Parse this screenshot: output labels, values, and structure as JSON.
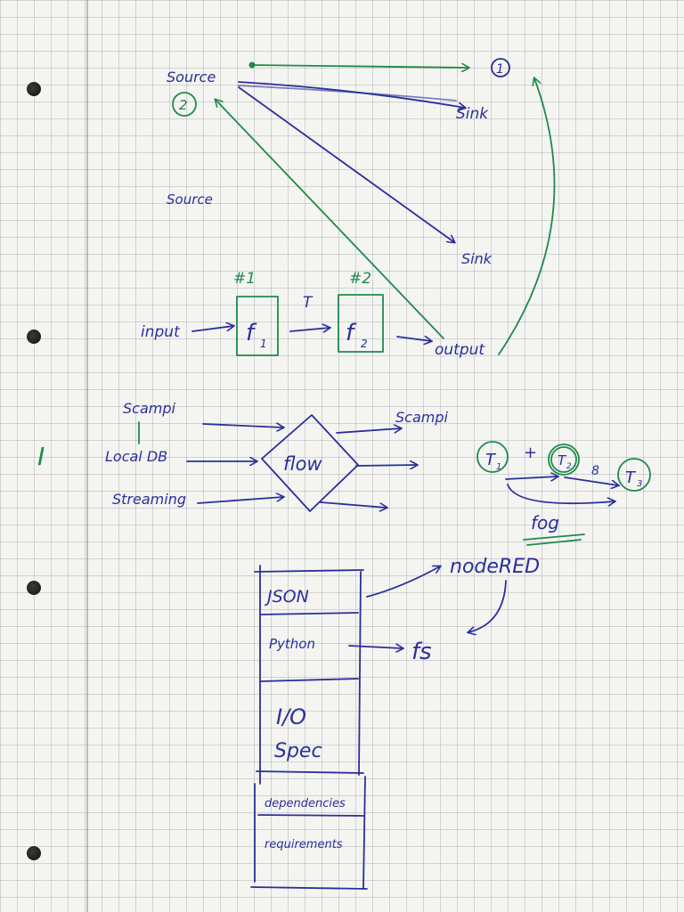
{
  "flow_graph": {
    "source_top": "Source",
    "source_mid": "Source",
    "marker_1": "1",
    "marker_2": "2",
    "sink_a": "Sink",
    "sink_b": "Sink"
  },
  "pipeline": {
    "stage1_num": "#1",
    "stage2_num": "#2",
    "input": "input",
    "f1": "f",
    "f1_sub": "1",
    "f2": "f",
    "f2_sub": "2",
    "edge": "T",
    "output": "output"
  },
  "section": {
    "roman": "I",
    "inputs": [
      "Scampi",
      "Local DB",
      "Streaming"
    ],
    "node": "flow",
    "out_label": "Scampi"
  },
  "fog": {
    "t1": "T",
    "t1_sub": "1",
    "t2": "T",
    "t2_sub": "2",
    "t3": "T",
    "t3_sub": "3",
    "plus": "+",
    "small": "8",
    "label": "fog"
  },
  "stack": {
    "rows": [
      "JSON",
      "Python",
      "I/O",
      "Spec",
      "dependencies",
      "requirements"
    ],
    "node_red": "nodeRED",
    "fs": "fs"
  }
}
